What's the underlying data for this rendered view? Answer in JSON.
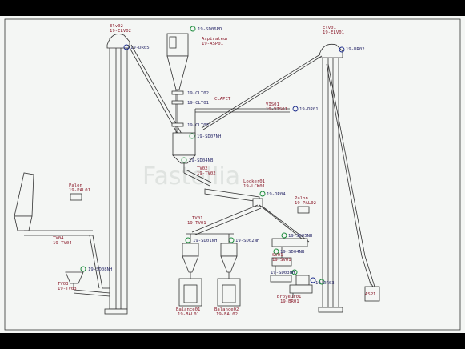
{
  "labels": {
    "elv02": "Elv02",
    "elv02_tag": "19-ELV02",
    "dr05": "19-DR05",
    "sd06pd": "19-SD06PD",
    "aspirateur": "Aspirateur",
    "asp01": "19-ASP01",
    "clt02": "19-CLT02",
    "clt01": "19-CLT01",
    "clapet": "CLAPET",
    "clt03": "19-CLT03",
    "sd07nh": "19-SD07NH",
    "sd04nb": "19-SD04NB",
    "tv02": "TV02",
    "tv02_tag": "19-TV02",
    "elv01": "Elv01",
    "elv01_tag": "19-ELV01",
    "dr02": "19-DR02",
    "vis01": "VIS01",
    "vis01_tag": "19-VIS01",
    "dr01": "19-DR01",
    "locker01": "Locker01",
    "lck01": "19-LCK01",
    "dr04": "19-DR04",
    "palon_left": "Palon",
    "pal01": "19-PAL01",
    "palon_right": "Palon",
    "pal02": "19-PAL02",
    "tv04": "TV04",
    "tv04_tag": "19-TV04",
    "tv01": "TV01",
    "tv01_tag": "19-TV01",
    "sd01nh": "19-SD01NH",
    "sd02nh": "19-SD02NH",
    "sd05nh": "19-SD05NH",
    "sv01": "SV01",
    "sv01_tag": "19-SV01",
    "sd04nb_b": "19-SD04NB",
    "sd03nh_b": "19-SD03NH",
    "sd08nh": "19-SD08NH",
    "tv03": "TV03",
    "tv03_tag": "19-TV03",
    "balance01": "Balance01",
    "bal01": "19-BAL01",
    "balance02": "Balance02",
    "bal02": "19-BAL02",
    "broyeur01": "Broyeur01",
    "br01": "19-BR01",
    "dr03": "19-DR03",
    "aspi": "ASPI",
    "watermark": "Fastellia"
  },
  "colors": {
    "label": "#8a1a2a",
    "sensor": "#1a8a3a",
    "drive": "#1a2a8a",
    "line": "#333333"
  }
}
